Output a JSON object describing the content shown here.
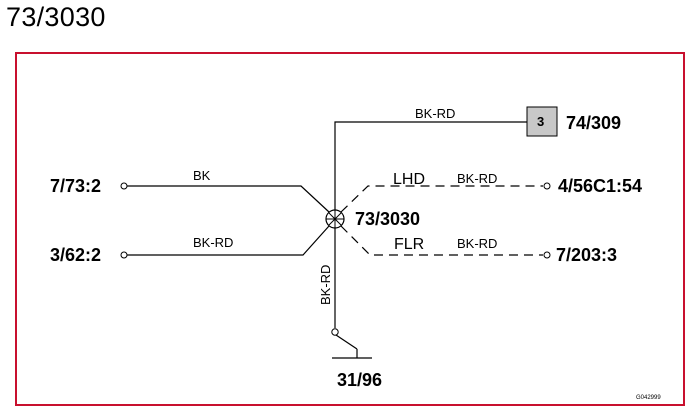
{
  "title": "73/3030",
  "frame_color": "#c8102e",
  "splice": {
    "label": "73/3030"
  },
  "connector": {
    "pin": "3",
    "label": "74/309",
    "fill": "#c8c8c8"
  },
  "ground": {
    "label": "31/96"
  },
  "left_wires": [
    {
      "terminal": "7/73:2",
      "color_code": "BK"
    },
    {
      "terminal": "3/62:2",
      "color_code": "BK-RD"
    }
  ],
  "top_wire": {
    "color_code": "BK-RD"
  },
  "down_wire": {
    "color_code": "BK-RD"
  },
  "right_wires": [
    {
      "variant": "LHD",
      "color_code": "BK-RD",
      "terminal": "4/56C1:54"
    },
    {
      "variant": "FLR",
      "color_code": "BK-RD",
      "terminal": "7/203:3"
    }
  ],
  "figure_code": "G042999"
}
